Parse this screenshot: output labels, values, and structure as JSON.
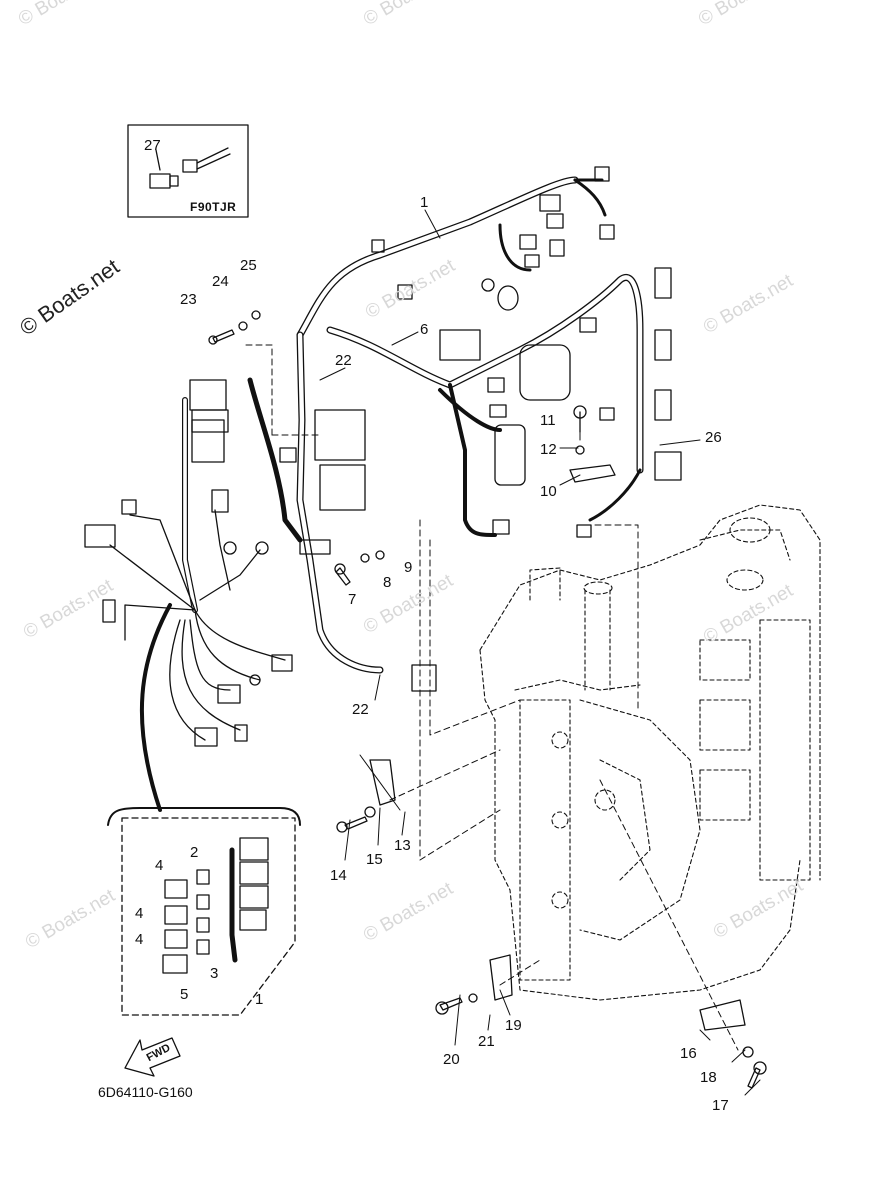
{
  "diagram": {
    "part_code": "6D64110-G160",
    "inset_model": "F90TJR",
    "inset_part": "27",
    "fwd_label": "FWD",
    "watermark_text": "© Boats.net",
    "callouts": [
      {
        "id": "c1",
        "label": "1"
      },
      {
        "id": "c6",
        "label": "6"
      },
      {
        "id": "c22a",
        "label": "22"
      },
      {
        "id": "c23",
        "label": "23"
      },
      {
        "id": "c24",
        "label": "24"
      },
      {
        "id": "c25",
        "label": "25"
      },
      {
        "id": "c11",
        "label": "11"
      },
      {
        "id": "c12",
        "label": "12"
      },
      {
        "id": "c10",
        "label": "10"
      },
      {
        "id": "c26",
        "label": "26"
      },
      {
        "id": "c7",
        "label": "7"
      },
      {
        "id": "c8",
        "label": "8"
      },
      {
        "id": "c9",
        "label": "9"
      },
      {
        "id": "c22b",
        "label": "22"
      },
      {
        "id": "c13",
        "label": "13"
      },
      {
        "id": "c14",
        "label": "14"
      },
      {
        "id": "c15",
        "label": "15"
      },
      {
        "id": "c19",
        "label": "19"
      },
      {
        "id": "c20",
        "label": "20"
      },
      {
        "id": "c21",
        "label": "21"
      },
      {
        "id": "c16",
        "label": "16"
      },
      {
        "id": "c18",
        "label": "18"
      },
      {
        "id": "c17",
        "label": "17"
      },
      {
        "id": "c4a",
        "label": "4"
      },
      {
        "id": "c4b",
        "label": "4"
      },
      {
        "id": "c4c",
        "label": "4"
      },
      {
        "id": "c2",
        "label": "2"
      },
      {
        "id": "c3",
        "label": "3"
      },
      {
        "id": "c5",
        "label": "5"
      },
      {
        "id": "c1b",
        "label": "1"
      }
    ]
  }
}
